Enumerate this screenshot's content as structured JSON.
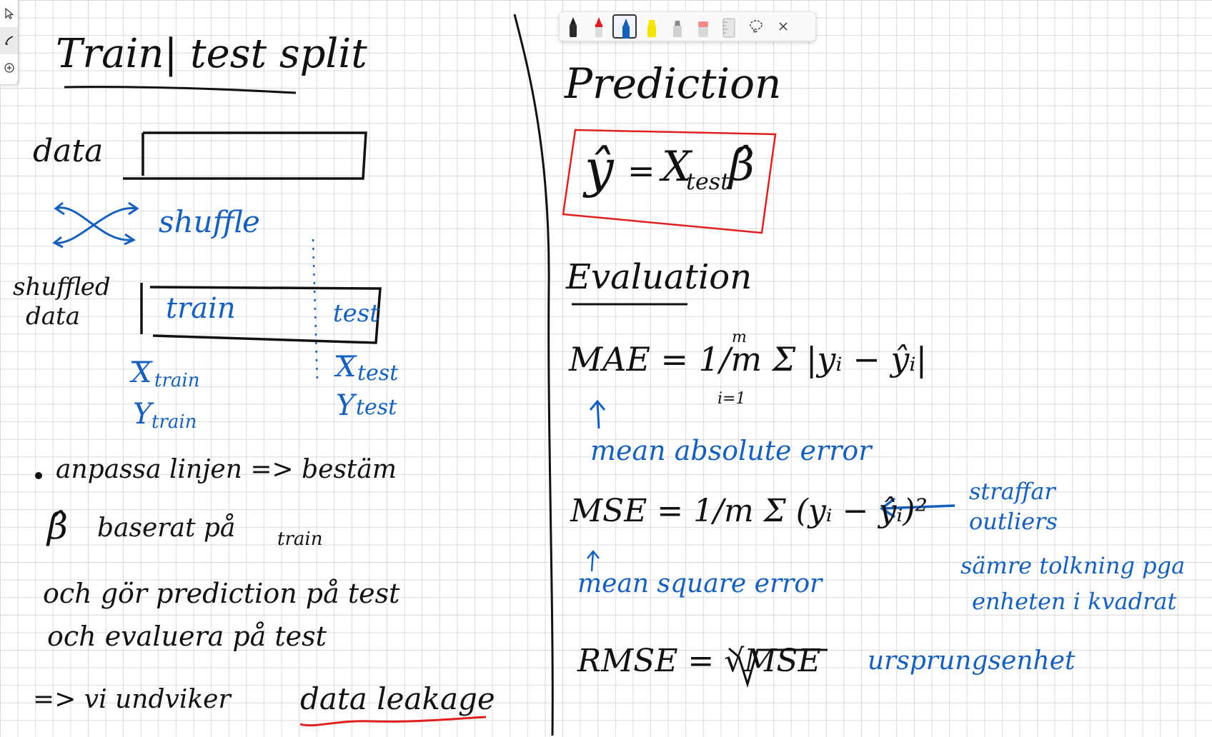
{
  "toolbar": {
    "pens": [
      {
        "name": "black-pen",
        "color": "#1a1a1a"
      },
      {
        "name": "red-pen",
        "color": "#e0201f"
      },
      {
        "name": "blue-pen",
        "color": "#1560bd",
        "selected": true
      },
      {
        "name": "yellow-highlighter",
        "color": "#f2e600"
      },
      {
        "name": "gray-highlighter",
        "color": "#b5b5b5"
      },
      {
        "name": "eraser",
        "color": "#f28b8b"
      },
      {
        "name": "ruler",
        "color": "#c8c8c8"
      }
    ],
    "lasso_icon": "lasso-select-icon",
    "close_icon": "close-icon"
  },
  "left_tools": [
    "select-pointer-icon",
    "pen-ink-icon",
    "add-icon"
  ],
  "colors": {
    "ink": "#111111",
    "blue": "#1560bd",
    "red": "#e0201f",
    "grid": "#d9d9d9"
  },
  "left_page": {
    "title": "Train| test split",
    "data_label": "data",
    "shuffle_label": "shuffle",
    "shuffled_label_1": "shuffled",
    "shuffled_label_2": "data",
    "train_label": "train",
    "test_label": "test",
    "x_train": "X",
    "x_train_sub": "train",
    "y_train": "Y",
    "y_train_sub": "train",
    "x_test": "X",
    "x_test_sub": "test",
    "y_test": "Y",
    "y_test_sub": "test",
    "bullet_line_1": "anpassa linjen => bestäm",
    "beta_hat": "β̂",
    "bullet_line_2": "baserat på",
    "bullet_line_2_sub": "train",
    "line_3": "och gör prediction på test",
    "line_4": "och evaluera på test",
    "conclusion_prefix": "=> vi undviker",
    "conclusion_emphasis": "data leakage"
  },
  "right_page": {
    "prediction_title": "Prediction",
    "formula_lhs": "ŷ",
    "formula_eq": "=",
    "formula_x": "X",
    "formula_x_sub": "test",
    "formula_beta": "β̂",
    "evaluation_title": "Evaluation",
    "mae_formula": "MAE = 1/m Σ |yᵢ − ŷᵢ|",
    "mae_sum_top": "m",
    "mae_sum_bottom": "i=1",
    "mae_desc": "mean absolute error",
    "mse_formula": "MSE = 1/m Σ (yᵢ − ŷᵢ)²",
    "mse_desc": "mean square error",
    "mse_note_1": "straffar",
    "mse_note_2": "outliers",
    "mse_note_3": "sämre tolkning pga",
    "mse_note_4": "enheten i kvadrat",
    "rmse_formula": "RMSE = √MSE",
    "rmse_note": "ursprungsenhet"
  }
}
